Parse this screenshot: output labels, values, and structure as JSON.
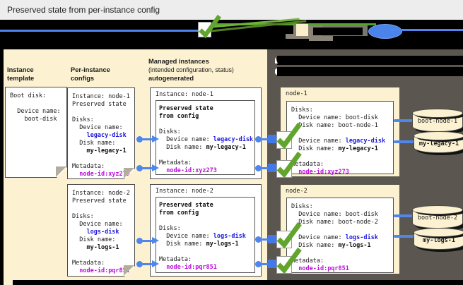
{
  "title_bar": {
    "title": "Preserved state from per-instance config"
  },
  "colors": {
    "panel_beige": "#fcf2d2",
    "panel_dark": "#5b5750",
    "title_bar_bg": "#ededed",
    "device_name_blue": "#1d18dd",
    "metadata_magenta": "#bb10dc",
    "connector_blue": "#4f86ec",
    "check_green": "#61a52d",
    "redaction_black": "#000000"
  },
  "legend": {
    "icons": [
      "checkbox-checked-icon",
      "config-swatch-icon",
      "reference-ellipse-icon"
    ]
  },
  "headings": {
    "instance_template": "Instance template",
    "per_instance_configs": "Per-instance configs",
    "managed_line1": "Managed instances",
    "managed_line2": "(intended configuration, status)",
    "managed_line3": "autogenerated"
  },
  "instance_template_doc": {
    "lines": [
      [
        {
          "t": "Boot disk:"
        }
      ],
      [],
      [
        {
          "t": "  Device name:"
        }
      ],
      [
        {
          "t": "    boot-disk"
        }
      ]
    ]
  },
  "per_instance_configs": [
    {
      "lines": [
        [
          {
            "t": "Instance: node-1"
          }
        ],
        [
          {
            "t": "Preserved state"
          }
        ],
        [],
        [
          {
            "t": "Disks:"
          }
        ],
        [
          {
            "t": "  Device name:"
          }
        ],
        [
          {
            "t": "    "
          },
          {
            "t": "legacy-disk",
            "s": "blue"
          }
        ],
        [
          {
            "t": "  Disk name:"
          }
        ],
        [
          {
            "t": "    "
          },
          {
            "t": "my-legacy-1",
            "s": "bold"
          }
        ],
        [],
        [
          {
            "t": "Metadata:"
          }
        ],
        [
          {
            "t": "  "
          },
          {
            "t": "node-id:xyz273",
            "s": "magenta"
          }
        ]
      ]
    },
    {
      "lines": [
        [
          {
            "t": "Instance: node-2"
          }
        ],
        [
          {
            "t": "Preserved state"
          }
        ],
        [],
        [
          {
            "t": "Disks:"
          }
        ],
        [
          {
            "t": "  Device name:"
          }
        ],
        [
          {
            "t": "    "
          },
          {
            "t": "logs-disk",
            "s": "blue"
          }
        ],
        [
          {
            "t": "  Disk name:"
          }
        ],
        [
          {
            "t": "    "
          },
          {
            "t": "my-logs-1",
            "s": "bold"
          }
        ],
        [],
        [
          {
            "t": "Metadata:"
          }
        ],
        [
          {
            "t": "  "
          },
          {
            "t": "node-id:pqr851",
            "s": "magenta"
          }
        ]
      ]
    }
  ],
  "managed_instances": [
    {
      "header": "Instance: node-1",
      "lines": [
        [
          {
            "t": "Preserved state",
            "s": "bold"
          }
        ],
        [
          {
            "t": "from config",
            "s": "bold"
          }
        ],
        [],
        [
          {
            "t": "Disks:"
          }
        ],
        [
          {
            "t": "  Device name: "
          },
          {
            "t": "legacy-disk",
            "s": "blue"
          }
        ],
        [
          {
            "t": "  Disk name: "
          },
          {
            "t": "my-legacy-1",
            "s": "bold"
          }
        ],
        [],
        [
          {
            "t": "Metadata:"
          }
        ],
        [
          {
            "t": "  "
          },
          {
            "t": "node-id:xyz273",
            "s": "magenta"
          }
        ]
      ]
    },
    {
      "header": "Instance: node-2",
      "lines": [
        [
          {
            "t": "Preserved state",
            "s": "bold"
          }
        ],
        [
          {
            "t": "from config",
            "s": "bold"
          }
        ],
        [],
        [
          {
            "t": "Disks:"
          }
        ],
        [
          {
            "t": "  Device name: "
          },
          {
            "t": "logs-disk",
            "s": "blue"
          }
        ],
        [
          {
            "t": "  Disk name: "
          },
          {
            "t": "my-logs-1",
            "s": "bold"
          }
        ],
        [],
        [
          {
            "t": "Metadata:"
          }
        ],
        [
          {
            "t": "  "
          },
          {
            "t": "node-id:pqr851",
            "s": "magenta"
          }
        ]
      ]
    }
  ],
  "vm_instances": [
    {
      "header": "node-1",
      "lines": [
        [
          {
            "t": "Disks:"
          }
        ],
        [
          {
            "t": "  Device name: boot-disk"
          }
        ],
        [
          {
            "t": "  Disk name: boot-node-1"
          }
        ],
        [],
        [
          {
            "t": "  Device name: "
          },
          {
            "t": "legacy-disk",
            "s": "blue"
          }
        ],
        [
          {
            "t": "  Disk name: "
          },
          {
            "t": "my-legacy-1",
            "s": "bold"
          }
        ],
        [],
        [
          {
            "t": "Metadata:"
          }
        ],
        [
          {
            "t": "  "
          },
          {
            "t": "node-id:xyz273",
            "s": "magenta"
          }
        ]
      ]
    },
    {
      "header": "node-2",
      "lines": [
        [
          {
            "t": "Disks:"
          }
        ],
        [
          {
            "t": "  Device name: boot-disk"
          }
        ],
        [
          {
            "t": "  Disk name: boot-node-2"
          }
        ],
        [],
        [
          {
            "t": "  Device name: "
          },
          {
            "t": "logs-disk",
            "s": "blue"
          }
        ],
        [
          {
            "t": "  Disk name: "
          },
          {
            "t": "my-logs-1",
            "s": "bold"
          }
        ],
        [],
        [
          {
            "t": "Metadata:"
          }
        ],
        [
          {
            "t": "  "
          },
          {
            "t": "node-id:pqr851",
            "s": "magenta"
          }
        ]
      ]
    }
  ],
  "disks": [
    {
      "label": "boot-node-1",
      "weight": "normal"
    },
    {
      "label": "my-legacy-1",
      "weight": "bold"
    },
    {
      "label": "boot-node-2",
      "weight": "normal"
    },
    {
      "label": "my-logs-1",
      "weight": "bold"
    }
  ]
}
